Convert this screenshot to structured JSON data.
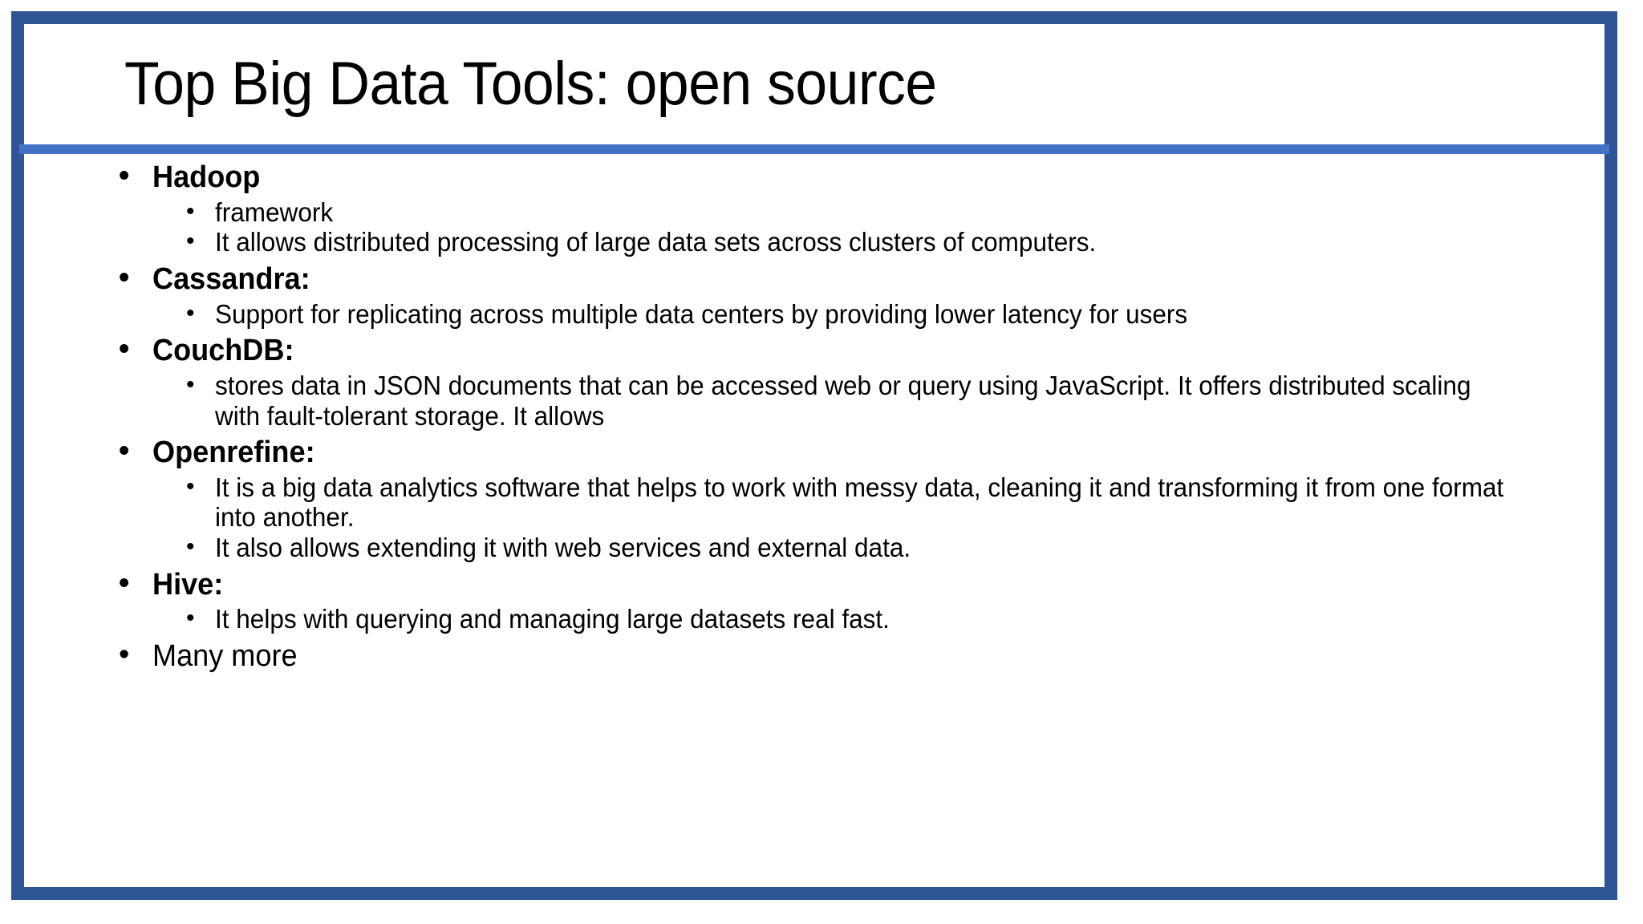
{
  "slide": {
    "title": "Top Big Data Tools: open source",
    "colors": {
      "outer_border": "#2F5597",
      "title_divider": "#4472C4",
      "background": "#FFFFFF",
      "text": "#000000"
    },
    "bullets": [
      {
        "label": "Hadoop",
        "bold": true,
        "sub": [
          "framework",
          "It allows distributed processing of large data sets across clusters of computers."
        ]
      },
      {
        "label": "Cassandra:",
        "bold": true,
        "sub": [
          "Support for replicating across multiple data centers by providing lower latency for users"
        ]
      },
      {
        "label": "CouchDB:",
        "bold": true,
        "sub": [
          "stores data in JSON documents that can be accessed web or query using JavaScript. It offers distributed scaling with fault-tolerant storage. It allows"
        ]
      },
      {
        "label": "Openrefine:",
        "bold": true,
        "sub": [
          "It is a big data analytics software that helps to work with messy data, cleaning it and transforming it from one format into another.",
          "It also allows extending it with web services and external data."
        ]
      },
      {
        "label": "Hive:",
        "bold": true,
        "sub": [
          "It helps with querying and managing large datasets real fast."
        ]
      },
      {
        "label": "Many more",
        "bold": false,
        "sub": []
      }
    ]
  }
}
